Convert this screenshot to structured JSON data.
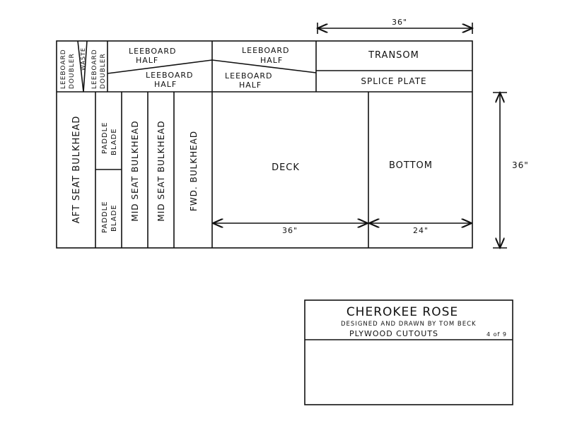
{
  "pieces": {
    "leeboard_doubler_1": [
      "LEEBOARD",
      "DOUBLER"
    ],
    "waste": "WASTE",
    "leeboard_doubler_2": [
      "LEEBOARD",
      "DOUBLER"
    ],
    "leeboard_half_1": [
      "LEEBOARD",
      "HALF"
    ],
    "leeboard_half_2": [
      "LEEBOARD",
      "HALF"
    ],
    "leeboard_half_3": [
      "LEEBOARD",
      "HALF"
    ],
    "leeboard_half_4": [
      "LEEBOARD",
      "HALF"
    ],
    "transom": "TRANSOM",
    "splice_plate": "SPLICE PLATE",
    "aft_seat_bulkhead": "AFT SEAT BULKHEAD",
    "paddle_blade_1": [
      "PADDLE",
      "BLADE"
    ],
    "paddle_blade_2": [
      "PADDLE",
      "BLADE"
    ],
    "mid_seat_bulkhead_1": "MID SEAT BULKHEAD",
    "mid_seat_bulkhead_2": "MID SEAT BULKHEAD",
    "fwd_bulkhead": "FWD. BULKHEAD",
    "deck": "DECK",
    "bottom": "BOTTOM"
  },
  "dimensions": {
    "top_width": "36\"",
    "right_height": "36\"",
    "deck_width": "36\"",
    "bottom_width": "24\""
  },
  "title_block": {
    "title": "CHEROKEE ROSE",
    "credit": "DESIGNED AND DRAWN BY TOM BECK",
    "subtitle": "PLYWOOD CUTOUTS",
    "sheet": "4 of 9"
  }
}
